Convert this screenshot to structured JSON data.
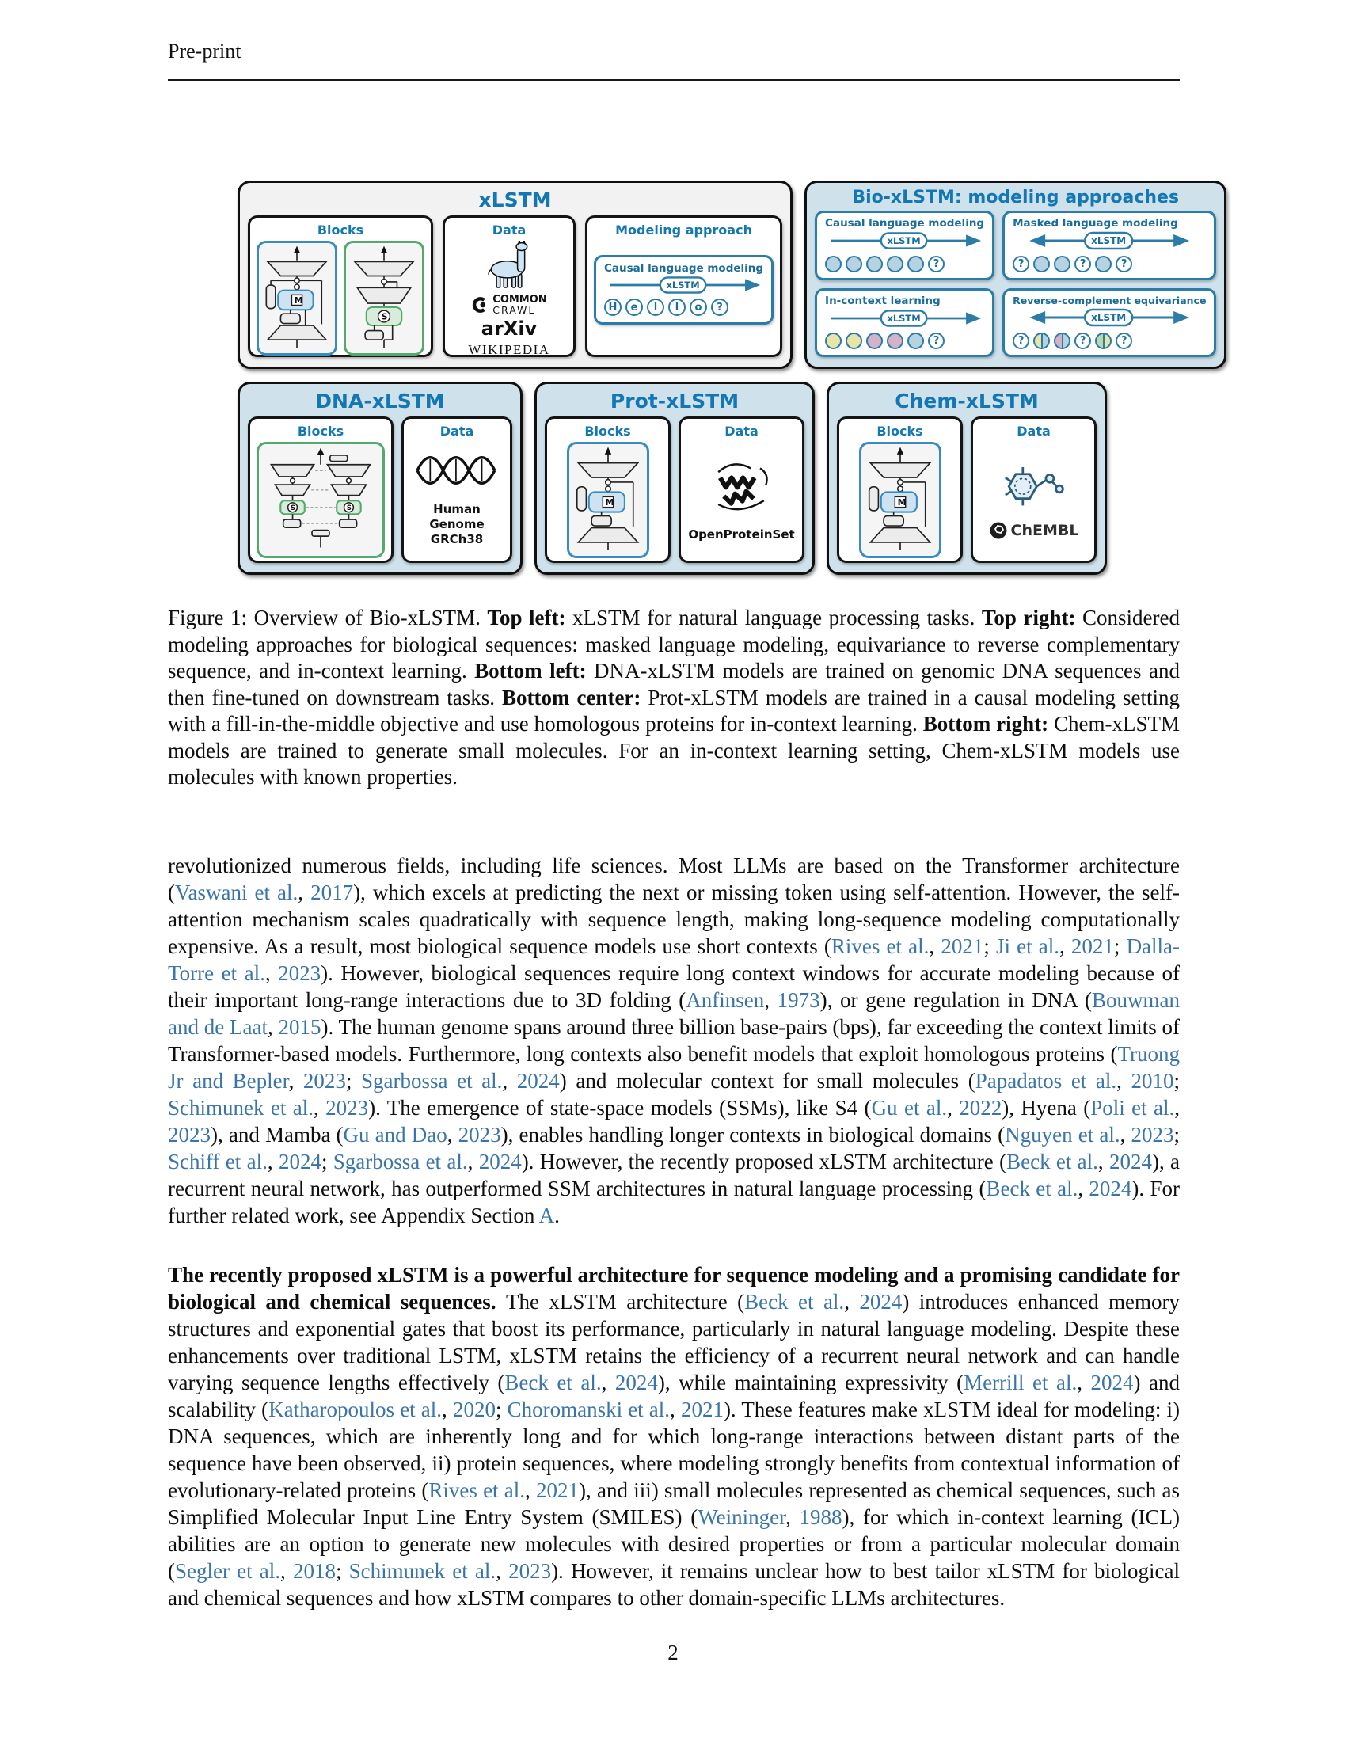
{
  "page": {
    "header_label": "Pre-print",
    "page_number": "2"
  },
  "colors": {
    "accent_blue": "#1377b4",
    "diagram_blue": "#2b7ca6",
    "link_blue": "#3b74a8",
    "panel_bg_blue": "#cfe2ec",
    "panel_bg_gray": "#f2f2f2",
    "circle_fill": "#b7d3e2",
    "mlstm_fill": "#cde3f1",
    "mlstm_border": "#3a8cc0",
    "slstm_fill": "#d9ecdc",
    "slstm_border": "#55a86e",
    "icl_yellow": "#e9e5a9",
    "icl_mauve": "#d4b3c8",
    "icl_green": "#bcd9ab"
  },
  "figure": {
    "xlstm": {
      "title": "xLSTM",
      "blocks_label": "Blocks",
      "data_label": "Data",
      "modeling_label": "Modeling approach",
      "mlstm_letter": "M",
      "slstm_letter": "S",
      "datasets": {
        "common_crawl_line1": "COMMON",
        "common_crawl_line2": "CRAWL",
        "arxiv": "arXiv",
        "wikipedia": "WIKIPEDIA"
      },
      "approach": {
        "label": "Causal language modeling",
        "pill": "xLSTM",
        "tokens": [
          "H",
          "e",
          "l",
          "l",
          "o",
          "?"
        ]
      }
    },
    "bio": {
      "title": "Bio-xLSTM: modeling approaches",
      "approaches": [
        {
          "label": "Causal language modeling",
          "pill": "xLSTM",
          "arrow": "right",
          "circles": [
            "plain",
            "plain",
            "plain",
            "plain",
            "plain",
            "q"
          ]
        },
        {
          "label": "Masked language modeling",
          "pill": "xLSTM",
          "arrow": "both",
          "circles": [
            "q",
            "plain",
            "plain",
            "q",
            "plain",
            "q"
          ]
        },
        {
          "label": "In-context learning",
          "pill": "xLSTM",
          "arrow": "right",
          "circles": [
            "yellow",
            "yellow",
            "mauve",
            "mauve",
            "blue",
            "q"
          ]
        },
        {
          "label": "Reverse-complement equivariance",
          "pill": "xLSTM",
          "arrow": "both",
          "circles": [
            "q",
            "split-yb",
            "split-pb",
            "q",
            "split-gy",
            "q"
          ]
        }
      ]
    },
    "dna": {
      "title": "DNA-xLSTM",
      "blocks_label": "Blocks",
      "data_label": "Data",
      "slstm_letter": "S",
      "dataset_line1": "Human Genome",
      "dataset_line2": "GRCh38"
    },
    "prot": {
      "title": "Prot-xLSTM",
      "blocks_label": "Blocks",
      "data_label": "Data",
      "mlstm_letter": "M",
      "dataset": "OpenProteinSet"
    },
    "chem": {
      "title": "Chem-xLSTM",
      "blocks_label": "Blocks",
      "data_label": "Data",
      "mlstm_letter": "M",
      "dataset": "ChEMBL"
    }
  },
  "caption": {
    "segments": [
      [
        "",
        "Figure 1:  Overview of Bio-xLSTM. "
      ],
      [
        "b",
        "Top left: "
      ],
      [
        "",
        " xLSTM for natural language processing tasks. "
      ],
      [
        "b",
        "Top right: "
      ],
      [
        "",
        "Considered modeling approaches for biological sequences: masked language modeling, equivariance to reverse complementary sequence, and in-context learning.  "
      ],
      [
        "b",
        "Bottom left: "
      ],
      [
        "",
        "DNA-xLSTM models are trained on genomic DNA sequences and then fine-tuned on downstream tasks. "
      ],
      [
        "b",
        "Bottom center: "
      ],
      [
        "",
        "Prot-xLSTM models are trained in a causal modeling setting with a fill-in-the-middle objective and use homologous proteins for in-context learning. "
      ],
      [
        "b",
        "Bottom right: "
      ],
      [
        "",
        "Chem-xLSTM models are trained to generate small molecules. For an in-context learning setting, Chem-xLSTM models use molecules with known properties."
      ]
    ]
  },
  "body": {
    "paragraphs": [
      {
        "segments": [
          [
            "",
            "revolutionized numerous fields, including life sciences. Most LLMs are based on the Transformer architecture ("
          ],
          [
            "l",
            "Vaswani et al."
          ],
          [
            "",
            ", "
          ],
          [
            "l",
            "2017"
          ],
          [
            "",
            "), which excels at predicting the next or missing token using self-attention.  However, the self-attention mechanism scales quadratically with sequence length, making long-sequence modeling computationally expensive. As a result, most biological sequence models use short contexts ("
          ],
          [
            "l",
            "Rives et al."
          ],
          [
            "",
            ", "
          ],
          [
            "l",
            "2021"
          ],
          [
            "",
            "; "
          ],
          [
            "l",
            "Ji et al."
          ],
          [
            "",
            ", "
          ],
          [
            "l",
            "2021"
          ],
          [
            "",
            "; "
          ],
          [
            "l",
            "Dalla-Torre et al."
          ],
          [
            "",
            ", "
          ],
          [
            "l",
            "2023"
          ],
          [
            "",
            "). However, biological sequences require long context windows for accurate modeling because of their important long-range interactions due to 3D folding ("
          ],
          [
            "l",
            "Anfinsen"
          ],
          [
            "",
            ", "
          ],
          [
            "l",
            "1973"
          ],
          [
            "",
            "), or gene regulation in DNA ("
          ],
          [
            "l",
            "Bouwman and de Laat"
          ],
          [
            "",
            ", "
          ],
          [
            "l",
            "2015"
          ],
          [
            "",
            "). The human genome spans around three billion base-pairs (bps), far exceeding the context limits of Transformer-based models.  Furthermore, long contexts also benefit models that exploit homologous proteins ("
          ],
          [
            "l",
            "Truong Jr and Bepler"
          ],
          [
            "",
            ", "
          ],
          [
            "l",
            "2023"
          ],
          [
            "",
            "; "
          ],
          [
            "l",
            "Sgarbossa et al."
          ],
          [
            "",
            ", "
          ],
          [
            "l",
            "2024"
          ],
          [
            "",
            ") and molecular context for small molecules ("
          ],
          [
            "l",
            "Papadatos et al."
          ],
          [
            "",
            ", "
          ],
          [
            "l",
            "2010"
          ],
          [
            "",
            "; "
          ],
          [
            "l",
            "Schimunek et al."
          ],
          [
            "",
            ", "
          ],
          [
            "l",
            "2023"
          ],
          [
            "",
            "). The emergence of state-space models (SSMs), like S4 ("
          ],
          [
            "l",
            "Gu et al."
          ],
          [
            "",
            ", "
          ],
          [
            "l",
            "2022"
          ],
          [
            "",
            "), Hyena ("
          ],
          [
            "l",
            "Poli et al."
          ],
          [
            "",
            ", "
          ],
          [
            "l",
            "2023"
          ],
          [
            "",
            "), and Mamba ("
          ],
          [
            "l",
            "Gu and Dao"
          ],
          [
            "",
            ", "
          ],
          [
            "l",
            "2023"
          ],
          [
            "",
            "), enables handling longer contexts in biological domains ("
          ],
          [
            "l",
            "Nguyen et al."
          ],
          [
            "",
            ", "
          ],
          [
            "l",
            "2023"
          ],
          [
            "",
            "; "
          ],
          [
            "l",
            "Schiff et al."
          ],
          [
            "",
            ", "
          ],
          [
            "l",
            "2024"
          ],
          [
            "",
            "; "
          ],
          [
            "l",
            "Sgarbossa et al."
          ],
          [
            "",
            ", "
          ],
          [
            "l",
            "2024"
          ],
          [
            "",
            "). However, the recently proposed xLSTM architecture ("
          ],
          [
            "l",
            "Beck et al."
          ],
          [
            "",
            ", "
          ],
          [
            "l",
            "2024"
          ],
          [
            "",
            "), a recurrent neural network, has outperformed SSM architectures in natural language processing ("
          ],
          [
            "l",
            "Beck et al."
          ],
          [
            "",
            ", "
          ],
          [
            "l",
            "2024"
          ],
          [
            "",
            "). For further related work, see Appendix Section "
          ],
          [
            "l",
            "A"
          ],
          [
            "",
            "."
          ]
        ]
      },
      {
        "segments": [
          [
            "b",
            "The recently proposed xLSTM is a powerful architecture for sequence modeling and a promising candidate for biological and chemical sequences. "
          ],
          [
            "",
            "The xLSTM architecture ("
          ],
          [
            "l",
            "Beck et al."
          ],
          [
            "",
            ", "
          ],
          [
            "l",
            "2024"
          ],
          [
            "",
            ") introduces enhanced memory structures and exponential gates that boost its performance, particularly in natural language modeling. Despite these enhancements over traditional LSTM, xLSTM retains the efficiency of a recurrent neural network and can handle varying sequence lengths effectively ("
          ],
          [
            "l",
            "Beck et al."
          ],
          [
            "",
            ", "
          ],
          [
            "l",
            "2024"
          ],
          [
            "",
            "), while maintaining expressivity ("
          ],
          [
            "l",
            "Merrill et al."
          ],
          [
            "",
            ", "
          ],
          [
            "l",
            "2024"
          ],
          [
            "",
            ") and scalability ("
          ],
          [
            "l",
            "Katharopoulos et al."
          ],
          [
            "",
            ", "
          ],
          [
            "l",
            "2020"
          ],
          [
            "",
            "; "
          ],
          [
            "l",
            "Choromanski et al."
          ],
          [
            "",
            ", "
          ],
          [
            "l",
            "2021"
          ],
          [
            "",
            "). These features make xLSTM ideal for modeling: i) DNA sequences, which are inherently long and for which long-range interactions between distant parts of the sequence have been observed, ii) protein sequences, where modeling strongly benefits from contextual information of evolutionary-related proteins ("
          ],
          [
            "l",
            "Rives et al."
          ],
          [
            "",
            ", "
          ],
          [
            "l",
            "2021"
          ],
          [
            "",
            "), and iii) small molecules represented as chemical sequences, such as Simplified Molecular Input Line Entry System (SMILES) ("
          ],
          [
            "l",
            "Weininger"
          ],
          [
            "",
            ", "
          ],
          [
            "l",
            "1988"
          ],
          [
            "",
            "), for which in-context learning (ICL) abilities are an option to generate new molecules with desired properties or from a particular molecular domain ("
          ],
          [
            "l",
            "Segler et al."
          ],
          [
            "",
            ", "
          ],
          [
            "l",
            "2018"
          ],
          [
            "",
            "; "
          ],
          [
            "l",
            "Schimunek et al."
          ],
          [
            "",
            ", "
          ],
          [
            "l",
            "2023"
          ],
          [
            "",
            "). However, it remains unclear how to best tailor xLSTM for biological and chemical sequences and how xLSTM compares to other domain-specific LLMs architectures."
          ]
        ]
      }
    ]
  }
}
